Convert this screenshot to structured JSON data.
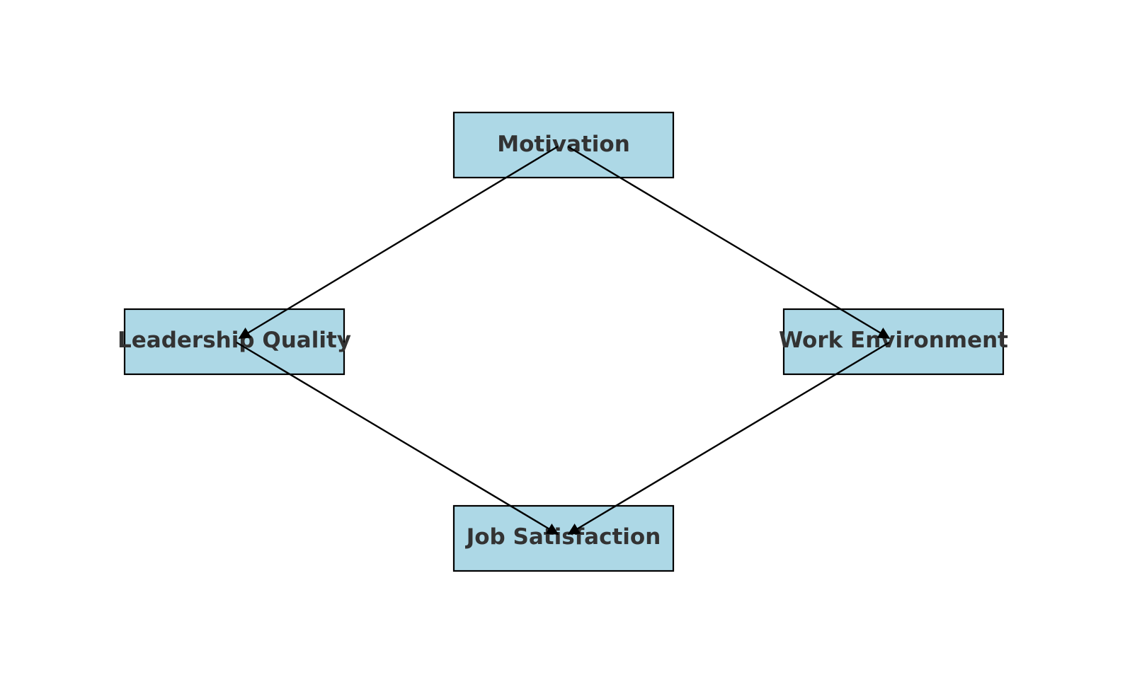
{
  "style": {
    "node_fill": "#add8e6",
    "node_stroke": "#000000",
    "label_color": "#333333",
    "edge_color": "#000000"
  },
  "nodes": [
    {
      "id": "motivation",
      "label": "Motivation"
    },
    {
      "id": "leadership",
      "label": "Leadership Quality"
    },
    {
      "id": "work_env",
      "label": "Work Environment"
    },
    {
      "id": "job_sat",
      "label": "Job Satisfaction"
    }
  ],
  "edges": [
    {
      "from": "motivation",
      "to": "leadership"
    },
    {
      "from": "motivation",
      "to": "work_env"
    },
    {
      "from": "leadership",
      "to": "job_sat"
    },
    {
      "from": "work_env",
      "to": "job_sat"
    }
  ]
}
